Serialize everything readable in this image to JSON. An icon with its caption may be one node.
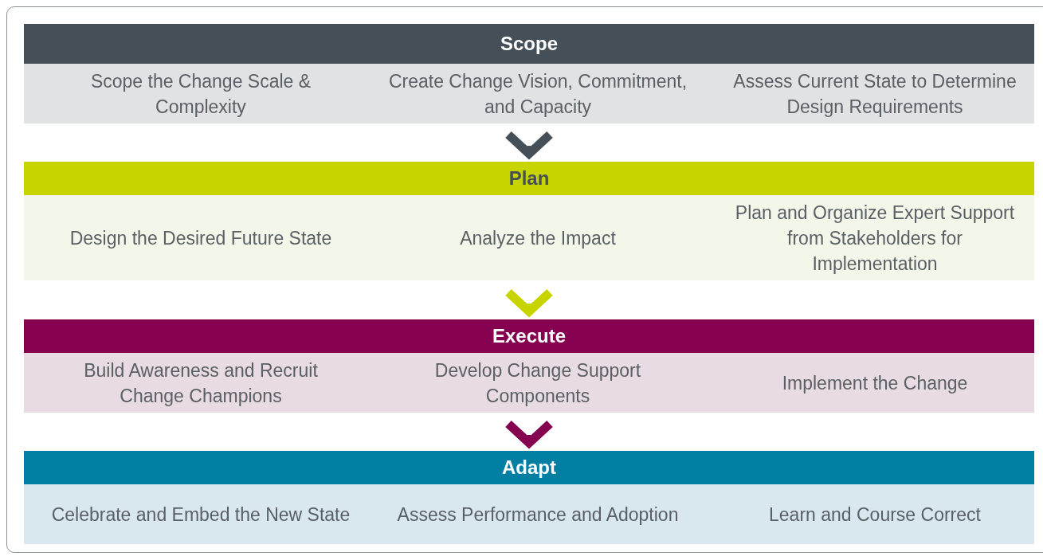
{
  "diagram": {
    "nodes": [
      {
        "text": [
          "Scope"
        ]
      },
      {
        "text": [
          "Scope the Change Scale & Complexity"
        ],
        "in": 0
      },
      {
        "text": [
          "Create Change Vision, Commitment, and Capacity"
        ],
        "in": 0
      },
      {
        "text": [
          "Assess Current State to Determine Design Requirements"
        ],
        "in": 0
      },
      {
        "text": [
          "Plan"
        ]
      },
      {
        "text": [
          "Design the Desired Future State"
        ],
        "in": 4
      },
      {
        "text": [
          "Analyze the Impact"
        ],
        "in": 4
      },
      {
        "text": [
          "Plan and Organize Expert Support from Stakeholders for Implementation"
        ],
        "in": 4
      },
      {
        "text": [
          "Execute"
        ]
      },
      {
        "text": [
          "Build Awareness and Recruit Change Champions"
        ],
        "in": 8
      },
      {
        "text": [
          "Develop Change Support Components"
        ],
        "in": 8
      },
      {
        "text": [
          "Implement the Change"
        ],
        "in": 8
      },
      {
        "text": [
          "Adapt"
        ]
      },
      {
        "text": [
          "Celebrate and Embed the New State"
        ],
        "in": 12
      },
      {
        "text": [
          "Assess Performance and Adoption"
        ],
        "in": 12
      },
      {
        "text": [
          "Learn and Course Correct"
        ],
        "in": 12
      }
    ],
    "edges": [
      {
        "from": 0,
        "to": 4,
        "arrow": "to",
        "color": "#454f57"
      },
      {
        "from": 4,
        "to": 8,
        "arrow": "to",
        "color": "#c8d400"
      },
      {
        "from": 8,
        "to": 12,
        "arrow": "to",
        "color": "#85004f"
      }
    ]
  }
}
